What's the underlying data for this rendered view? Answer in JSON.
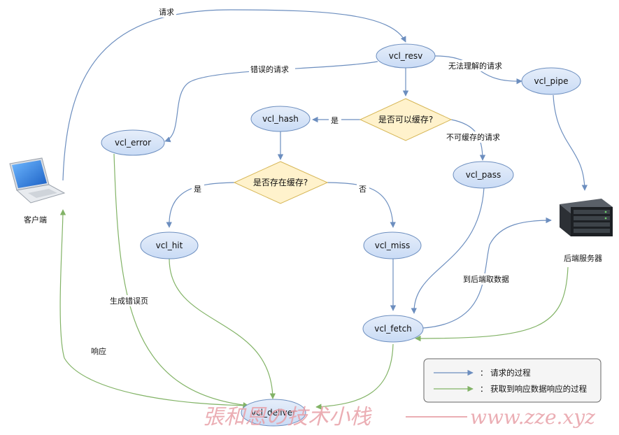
{
  "nodes": {
    "resv": "vcl_resv",
    "pipe": "vcl_pipe",
    "hash": "vcl_hash",
    "error": "vcl_error",
    "pass": "vcl_pass",
    "hit": "vcl_hit",
    "miss": "vcl_miss",
    "fetch": "vcl_fetch",
    "deliver": "vcl_deliver"
  },
  "decisions": {
    "cacheable": "是否可以缓存?",
    "in_cache": "是否存在缓存?"
  },
  "actors": {
    "client": "客户端",
    "server": "后端服务器"
  },
  "edge_labels": {
    "request": "请求",
    "bad_request": "错误的请求",
    "cannot_understand": "无法理解的请求",
    "yes_cacheable": "是",
    "not_cacheable": "不可缓存的请求",
    "yes_cached": "是",
    "no_cached": "否",
    "gen_error_page": "生成错误页",
    "respond": "响应",
    "fetch_backend": "到后端取数据"
  },
  "legend": {
    "request_process": "： 请求的过程",
    "response_process": "： 获取到响应数据响应的过程"
  },
  "watermark": {
    "left": "張和恩の技术小栈",
    "right": "www.zze.xyz"
  },
  "colors": {
    "node_fill": "#dae8fc",
    "node_stroke": "#6c8ebf",
    "decision_fill": "#fff2cc",
    "decision_stroke": "#d6b656",
    "request_edge": "#6c8ebf",
    "response_edge": "#82b366",
    "watermark": "#e8a0a8"
  }
}
